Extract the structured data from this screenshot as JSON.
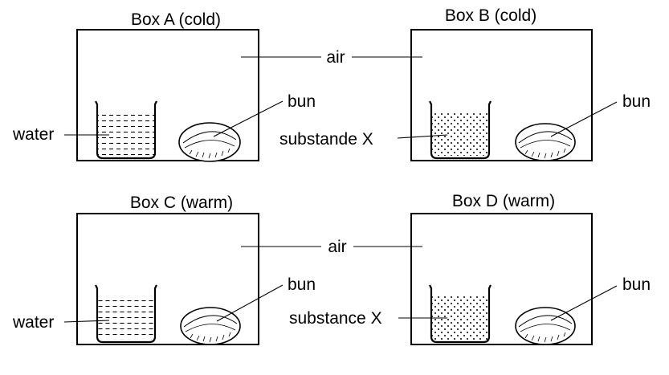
{
  "boxes": [
    {
      "title": "Box A (cold)",
      "container_label": "water",
      "food_label": "bun",
      "contents": "water"
    },
    {
      "title": "Box B (cold)",
      "container_label": "substande X",
      "food_label": "bun",
      "contents": "substance"
    },
    {
      "title": "Box C (warm)",
      "container_label": "water",
      "food_label": "bun",
      "contents": "water"
    },
    {
      "title": "Box D (warm)",
      "container_label": "substance X",
      "food_label": "bun",
      "contents": "substance"
    }
  ],
  "air_labels": [
    "air",
    "air"
  ],
  "colors": {
    "ink": "#000000",
    "background": "#ffffff"
  }
}
